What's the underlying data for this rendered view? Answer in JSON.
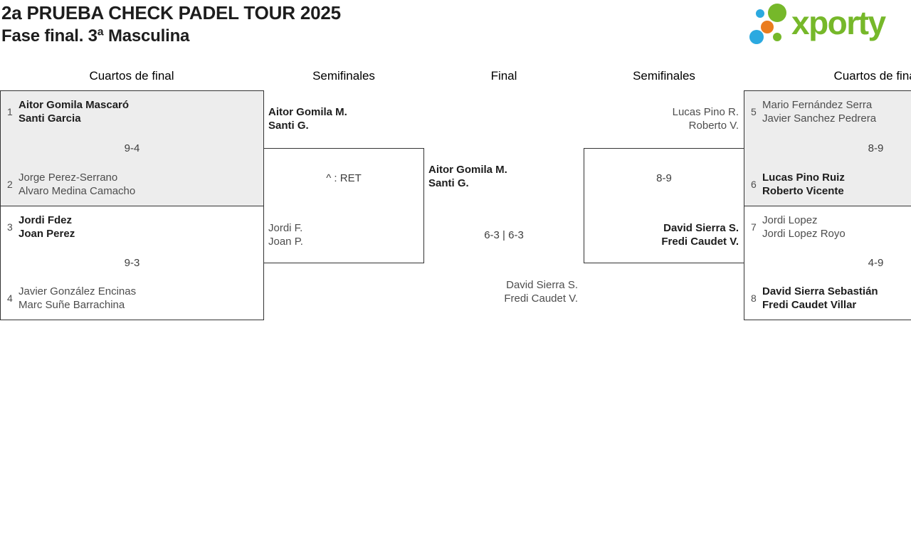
{
  "header": {
    "title": "2a PRUEBA CHECK PADEL TOUR 2025",
    "subtitle": "Fase final. 3ª Masculina"
  },
  "logo": {
    "text": "xporty",
    "brand_colors": {
      "green": "#76b82a",
      "blue": "#2ba9e0",
      "orange": "#ea7c1e"
    }
  },
  "columns": {
    "qf_left": "Cuartos de final",
    "sf_left": "Semifinales",
    "final": "Final",
    "sf_right": "Semifinales",
    "qf_right": "Cuartos de final"
  },
  "matches": {
    "qf_left_1": {
      "seed_top": "1",
      "top": [
        "Aitor Gomila Mascaró",
        "Santi Garcia"
      ],
      "score": "9-4",
      "seed_bottom": "2",
      "bottom": [
        "Jorge Perez-Serrano",
        "Alvaro Medina Camacho"
      ]
    },
    "qf_left_2": {
      "seed_top": "3",
      "top": [
        "Jordi Fdez",
        "Joan Perez"
      ],
      "score": "9-3",
      "seed_bottom": "4",
      "bottom": [
        "Javier González Encinas",
        "Marc Suñe Barrachina"
      ]
    },
    "qf_right_1": {
      "seed_top": "5",
      "top": [
        "Mario Fernández Serra",
        "Javier Sanchez Pedrera"
      ],
      "score": "8-9",
      "seed_bottom": "6",
      "bottom": [
        "Lucas Pino Ruiz",
        "Roberto Vicente"
      ]
    },
    "qf_right_2": {
      "seed_top": "7",
      "top": [
        "Jordi Lopez",
        "Jordi Lopez Royo"
      ],
      "score": "4-9",
      "seed_bottom": "8",
      "bottom": [
        "David Sierra Sebastián",
        "Fredi Caudet Villar"
      ]
    },
    "sf_left": {
      "top": [
        "Aitor Gomila M.",
        "Santi G."
      ],
      "score": "^ : RET",
      "bottom": [
        "Jordi F.",
        "Joan P."
      ]
    },
    "sf_right": {
      "top": [
        "Lucas Pino R.",
        "Roberto V."
      ],
      "score": "8-9",
      "bottom": [
        "David Sierra S.",
        "Fredi Caudet V."
      ]
    },
    "final": {
      "top": [
        "Aitor Gomila M.",
        "Santi G."
      ],
      "score": "6-3 | 6-3",
      "bottom": [
        "David Sierra S.",
        "Fredi Caudet V."
      ]
    }
  }
}
